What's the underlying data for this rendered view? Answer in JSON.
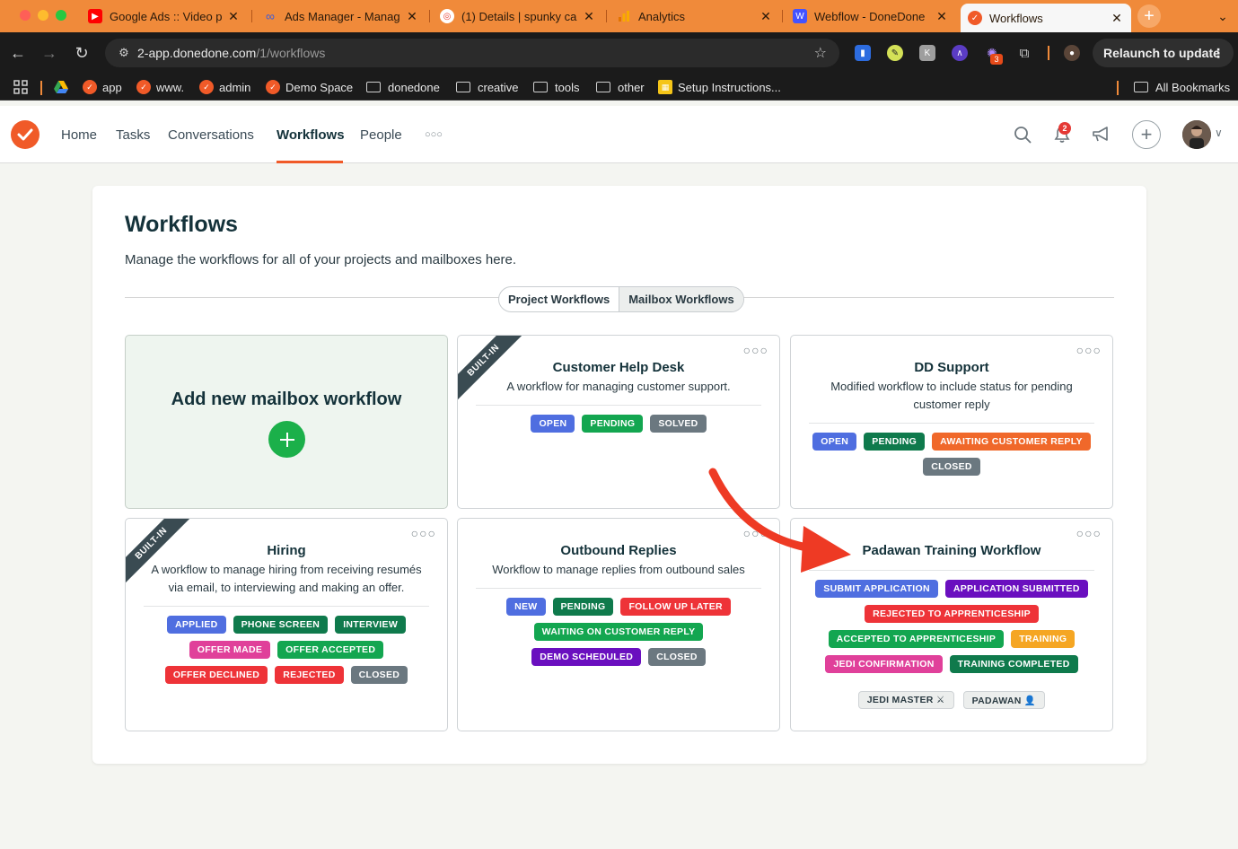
{
  "browser": {
    "tabs": [
      {
        "title": "Google Ads :: Video p",
        "favicon": "youtube-icon",
        "color": "#ff0000"
      },
      {
        "title": "Ads Manager - Manag",
        "favicon": "meta-icon",
        "color": "#1877f2"
      },
      {
        "title": "(1) Details | spunky ca",
        "favicon": "target-icon",
        "color": "#e94235"
      },
      {
        "title": "Analytics",
        "favicon": "analytics-icon",
        "color": "#f9ab00"
      },
      {
        "title": "Webflow - DoneDone",
        "favicon": "webflow-icon",
        "color": "#4353ff"
      },
      {
        "title": "Workflows",
        "favicon": "donedone-icon",
        "color": "#f05a28"
      }
    ],
    "url_host": "2-app.donedone.com",
    "url_path": "/1/workflows",
    "relaunch_label": "Relaunch to update",
    "extension_badge": "3",
    "bookmarks": [
      "app",
      "www.",
      "admin",
      "Demo Space",
      "donedone",
      "creative",
      "tools",
      "other",
      "Setup Instructions..."
    ],
    "all_bookmarks": "All Bookmarks"
  },
  "app": {
    "nav": [
      "Home",
      "Tasks",
      "Conversations",
      "Workflows",
      "People"
    ],
    "nav_more": "○○○",
    "notification_count": "2"
  },
  "page": {
    "title": "Workflows",
    "subtitle": "Manage the workflows for all of your projects and mailboxes here.",
    "segments": [
      "Project Workflows",
      "Mailbox Workflows"
    ],
    "add_card": {
      "title": "Add new mailbox workflow"
    }
  },
  "cards": [
    {
      "title": "Customer Help Desk",
      "description": "A workflow for managing customer support.",
      "builtin": "BUILT-IN",
      "tags": [
        {
          "label": "OPEN",
          "color": "#4f6ee0"
        },
        {
          "label": "PENDING",
          "color": "#13a650"
        },
        {
          "label": "SOLVED",
          "color": "#6b7880"
        }
      ]
    },
    {
      "title": "DD Support",
      "description": "Modified workflow to include status for pending customer reply",
      "builtin": "",
      "tags": [
        {
          "label": "OPEN",
          "color": "#4f6ee0"
        },
        {
          "label": "PENDING",
          "color": "#0f7a4c"
        },
        {
          "label": "AWAITING CUSTOMER REPLY",
          "color": "#f0682a"
        },
        {
          "label": "CLOSED",
          "color": "#6b7880"
        }
      ]
    },
    {
      "title": "Hiring",
      "description": "A workflow to manage hiring from receiving resumés via email, to interviewing and making an offer.",
      "builtin": "BUILT-IN",
      "tags": [
        {
          "label": "APPLIED",
          "color": "#4f6ee0"
        },
        {
          "label": "PHONE SCREEN",
          "color": "#0f7a4c"
        },
        {
          "label": "INTERVIEW",
          "color": "#0f7a4c"
        },
        {
          "label": "OFFER MADE",
          "color": "#e0409a"
        },
        {
          "label": "OFFER ACCEPTED",
          "color": "#13a650"
        },
        {
          "label": "OFFER DECLINED",
          "color": "#ee3338"
        },
        {
          "label": "REJECTED",
          "color": "#ee3338"
        },
        {
          "label": "CLOSED",
          "color": "#6b7880"
        }
      ]
    },
    {
      "title": "Outbound Replies",
      "description": "Workflow to manage replies from outbound sales",
      "builtin": "",
      "tags": [
        {
          "label": "NEW",
          "color": "#4f6ee0"
        },
        {
          "label": "PENDING",
          "color": "#0f7a4c"
        },
        {
          "label": "FOLLOW UP LATER",
          "color": "#ee3338"
        },
        {
          "label": "WAITING ON CUSTOMER REPLY",
          "color": "#13a650"
        },
        {
          "label": "DEMO SCHEDULED",
          "color": "#6a0fbf"
        },
        {
          "label": "CLOSED",
          "color": "#6b7880"
        }
      ]
    },
    {
      "title": "Padawan Training Workflow",
      "description": "",
      "builtin": "",
      "tags": [
        {
          "label": "SUBMIT APPLICATION",
          "color": "#4f6ee0"
        },
        {
          "label": "APPLICATION SUBMITTED",
          "color": "#6a0fbf"
        },
        {
          "label": "REJECTED TO APPRENTICESHIP",
          "color": "#ee3338"
        },
        {
          "label": "ACCEPTED TO APPRENTICESHIP",
          "color": "#13a650"
        },
        {
          "label": "TRAINING",
          "color": "#f5a623"
        },
        {
          "label": "JEDI CONFIRMATION",
          "color": "#e0409a"
        },
        {
          "label": "TRAINING COMPLETED",
          "color": "#0f7a4c"
        }
      ],
      "light_tags": [
        "JEDI MASTER ⚔",
        "PADAWAN 👤"
      ]
    }
  ],
  "colors": {
    "brand": "#f05a28",
    "add_button": "#1bb04a"
  }
}
